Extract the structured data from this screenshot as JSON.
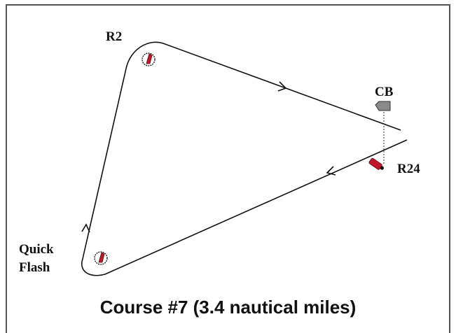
{
  "marks": {
    "r2": "R2",
    "cb": "CB",
    "r24": "R24",
    "quick_flash_line1": "Quick",
    "quick_flash_line2": "Flash"
  },
  "caption": "Course #7 (3.4 nautical miles)",
  "colors": {
    "course_line": "#111111",
    "red_buoy": "#c0182a",
    "gray_buoy": "#8a8a8a",
    "frame": "#555555"
  },
  "icons": {
    "r2": "red-buoy-rounded-icon",
    "quick_flash": "red-buoy-rounded-icon",
    "r24": "red-nun-buoy-icon",
    "cb": "gray-can-buoy-icon"
  }
}
